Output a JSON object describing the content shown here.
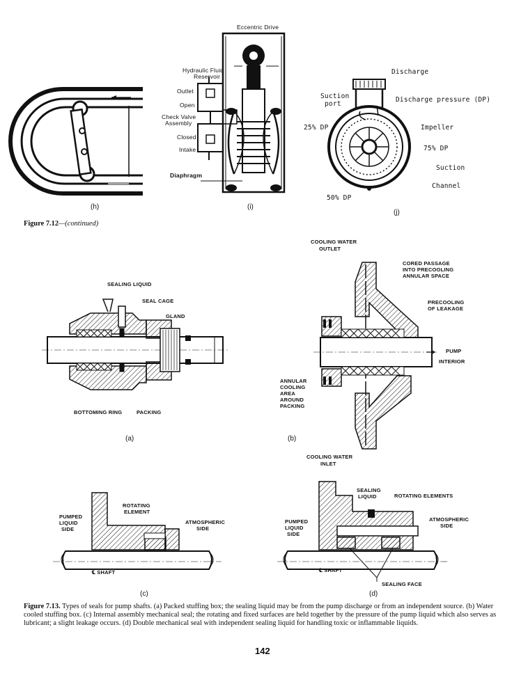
{
  "fig712": {
    "panel_h": {
      "sublabel": "(h)"
    },
    "panel_i": {
      "sublabel": "(i)",
      "labels": {
        "eccentric_drive": "Eccentric Drive",
        "hydraulic_fluid": "Hydraulic Fluid",
        "reservoir": "Reservoir",
        "outlet": "Outlet",
        "open": "Open",
        "check_valve": "Check Valve",
        "assembly": "Assembly",
        "closed": "Closed",
        "intake": "Intake",
        "diaphragm": "Diaphragm"
      }
    },
    "panel_j": {
      "sublabel": "(j)",
      "labels": {
        "discharge": "Discharge",
        "suction": "Suction",
        "port": "port",
        "discharge_pressure": "Discharge pressure (DP)",
        "dp25": "25% DP",
        "impeller": "Impeller",
        "dp75": "75% DP",
        "suction2": "Suction",
        "channel": "Channel",
        "dp50": "50% DP"
      }
    },
    "caption": "Figure 7.12",
    "caption_rest": "—(continued)"
  },
  "fig713": {
    "panel_a": {
      "sublabel": "(a)",
      "labels": {
        "sealing_liquid": "SEALING LIQUID",
        "seal_cage": "SEAL CAGE",
        "gland": "GLAND",
        "bottoming_ring": "BOTTOMING RING",
        "packing": "PACKING"
      }
    },
    "panel_b": {
      "sublabel": "(b)",
      "labels": {
        "cooling_water_outlet_1": "COOLING WATER",
        "cooling_water_outlet_2": "OUTLET",
        "cored_1": "CORED PASSAGE",
        "cored_2": "INTO PRECOOLING",
        "cored_3": "ANNULAR SPACE",
        "precooling_1": "PRECOOLING",
        "precooling_2": "OF LEAKAGE",
        "pump_1": "PUMP",
        "pump_2": "INTERIOR",
        "annular_1": "ANNULAR",
        "annular_2": "COOLING",
        "annular_3": "AREA",
        "annular_4": "AROUND",
        "annular_5": "PACKING",
        "cooling_water_inlet_1": "COOLING WATER",
        "cooling_water_inlet_2": "INLET"
      }
    },
    "panel_c": {
      "sublabel": "(c)",
      "labels": {
        "rotating_1": "ROTATING",
        "rotating_2": "ELEMENT",
        "pumped_1": "PUMPED",
        "pumped_2": "LIQUID",
        "pumped_3": "SIDE",
        "atmospheric_1": "ATMOSPHERIC",
        "atmospheric_2": "SIDE",
        "shaft": "℄ SHAFT"
      }
    },
    "panel_d": {
      "sublabel": "(d)",
      "labels": {
        "sealing_liquid_1": "SEALING",
        "sealing_liquid_2": "LIQUID",
        "rotating_elements": "ROTATING ELEMENTS",
        "pumped_1": "PUMPED",
        "pumped_2": "LIQUID",
        "pumped_3": "SIDE",
        "atmospheric_1": "ATMOSPHERIC",
        "atmospheric_2": "SIDE",
        "shaft": "℄ SHAFT",
        "sealing_face": "SEALING FACE"
      }
    },
    "caption_bold": "Figure 7.13.",
    "caption_text": " Types of seals for pump shafts. (a) Packed stuffing box; the sealing liquid may be from the pump discharge or from an independent source. (b) Water cooled stuffing box. (c) Internal assembly mechanical seal; the rotating and fixed surfaces are held together by the pressure of the pump liquid which also serves as lubricant; a slight leakage occurs. (d) Double mechanical seal with independent sealing liquid for handling toxic or inflammable liquids."
  },
  "page_number": "142"
}
